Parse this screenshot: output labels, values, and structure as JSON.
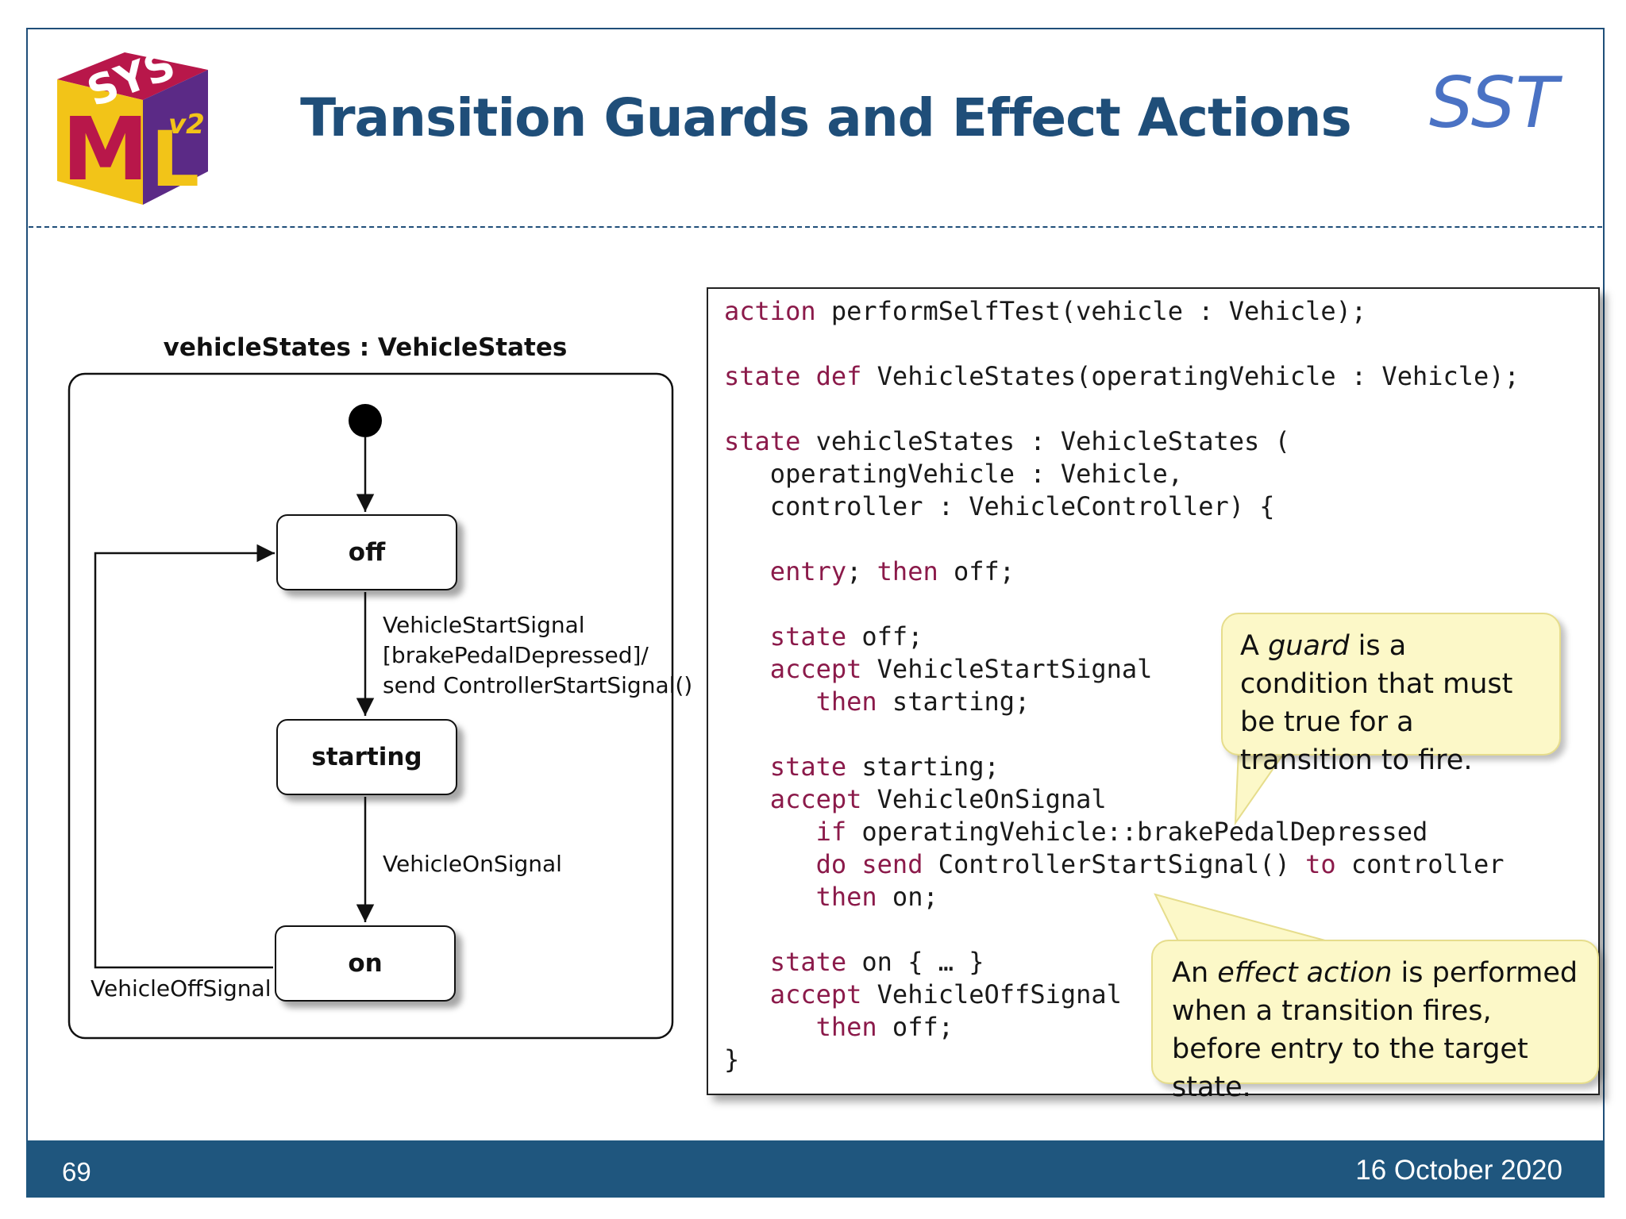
{
  "slide": {
    "title": "Transition Guards and Effect Actions",
    "brand": "SST",
    "page_number": "69",
    "date": "16 October 2020",
    "logo": {
      "text": "SysML v2",
      "colors": [
        "#b8174a",
        "#f2c418",
        "#5b2a86"
      ]
    }
  },
  "diagram": {
    "title": "vehicleStates : VehicleStates",
    "states": {
      "off": "off",
      "starting": "starting",
      "on": "on"
    },
    "transitions": {
      "off_to_starting": "VehicleStartSignal\n[brakePedalDepressed]/\nsend ControllerStartSignal()",
      "starting_to_on": "VehicleOnSignal",
      "on_to_off": "VehicleOffSignal"
    }
  },
  "code_lines": [
    [
      {
        "k": "action"
      },
      {
        "t": " performSelfTest(vehicle : Vehicle);"
      }
    ],
    [],
    [
      {
        "k": "state"
      },
      {
        "t": " "
      },
      {
        "k": "def"
      },
      {
        "t": " VehicleStates(operatingVehicle : Vehicle);"
      }
    ],
    [],
    [
      {
        "k": "state"
      },
      {
        "t": " vehicleStates : VehicleStates ("
      }
    ],
    [
      {
        "t": "   operatingVehicle : Vehicle,"
      }
    ],
    [
      {
        "t": "   controller : VehicleController) {"
      }
    ],
    [],
    [
      {
        "t": "   "
      },
      {
        "k": "entry"
      },
      {
        "t": "; "
      },
      {
        "k": "then"
      },
      {
        "t": " off;"
      }
    ],
    [],
    [
      {
        "t": "   "
      },
      {
        "k": "state"
      },
      {
        "t": " off;"
      }
    ],
    [
      {
        "t": "   "
      },
      {
        "k": "accept"
      },
      {
        "t": " VehicleStartSignal"
      }
    ],
    [
      {
        "t": "      "
      },
      {
        "k": "then"
      },
      {
        "t": " starting;"
      }
    ],
    [],
    [
      {
        "t": "   "
      },
      {
        "k": "state"
      },
      {
        "t": " starting;"
      }
    ],
    [
      {
        "t": "   "
      },
      {
        "k": "accept"
      },
      {
        "t": " VehicleOnSignal"
      }
    ],
    [
      {
        "t": "      "
      },
      {
        "k": "if"
      },
      {
        "t": " operatingVehicle::brakePedalDepressed"
      }
    ],
    [
      {
        "t": "      "
      },
      {
        "k": "do"
      },
      {
        "t": " "
      },
      {
        "k": "send"
      },
      {
        "t": " ControllerStartSignal() "
      },
      {
        "k": "to"
      },
      {
        "t": " controller"
      }
    ],
    [
      {
        "t": "      "
      },
      {
        "k": "then"
      },
      {
        "t": " on;"
      }
    ],
    [],
    [
      {
        "t": "   "
      },
      {
        "k": "state"
      },
      {
        "t": " on { … }"
      }
    ],
    [
      {
        "t": "   "
      },
      {
        "k": "accept"
      },
      {
        "t": " VehicleOffSignal"
      }
    ],
    [
      {
        "t": "      "
      },
      {
        "k": "then"
      },
      {
        "t": " off;"
      }
    ],
    [
      {
        "t": "}"
      }
    ]
  ],
  "callouts": {
    "guard": [
      {
        "t": "A "
      },
      {
        "i": "guard"
      },
      {
        "t": " is a condition that must be true for a transition to fire."
      }
    ],
    "effect": [
      {
        "t": "An "
      },
      {
        "i": "effect action"
      },
      {
        "t": " is performed when a transition fires, before entry to the target state."
      }
    ]
  },
  "colors": {
    "title": "#1f4e79",
    "brand": "#4a72c4",
    "footer": "#1f567e",
    "keyword": "#8b1a4a",
    "callout_fill": "#fcf8c8"
  }
}
